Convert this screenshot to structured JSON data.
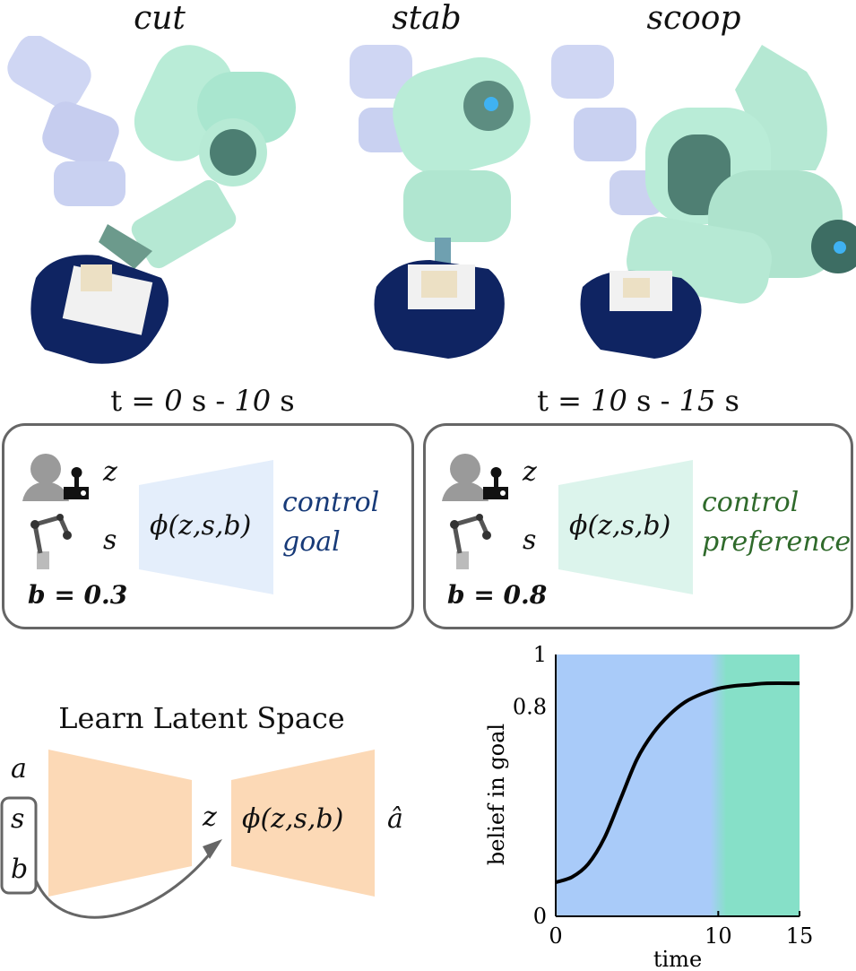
{
  "panels": [
    {
      "title": "cut"
    },
    {
      "title": "stab"
    },
    {
      "title": "scoop"
    }
  ],
  "time_left": {
    "prefix": "t = ",
    "start": "0",
    "mid": " s - ",
    "end": "10",
    "suffix": " s"
  },
  "time_right": {
    "prefix": "t = ",
    "start": "10",
    "mid": " s - ",
    "end": "15",
    "suffix": " s"
  },
  "box_left": {
    "z": "z",
    "s": "s",
    "phi": "ϕ(z,s,b)",
    "caption_1": "control",
    "caption_2": "goal",
    "b": "b = 0.3"
  },
  "box_right": {
    "z": "z",
    "s": "s",
    "phi": "ϕ(z,s,b)",
    "caption_1": "control",
    "caption_2": "preference",
    "b": "b = 0.8"
  },
  "latent": {
    "title": "Learn Latent Space",
    "inputs": [
      "a",
      "s",
      "b"
    ],
    "z": "z",
    "phi": "ϕ(z,s,b)",
    "output": "â"
  },
  "chart_data": {
    "type": "line",
    "xlabel": "time",
    "ylabel": "belief in goal",
    "x_ticks": [
      "0",
      "10",
      "15"
    ],
    "y_ticks": [
      "0",
      "0.8",
      "1"
    ],
    "xlim": [
      0,
      15
    ],
    "ylim": [
      0,
      1
    ],
    "x": [
      0,
      1,
      2,
      3,
      4,
      5,
      6,
      7,
      8,
      9,
      10,
      11,
      12,
      13,
      15
    ],
    "y": [
      0.13,
      0.15,
      0.2,
      0.3,
      0.45,
      0.6,
      0.7,
      0.77,
      0.82,
      0.85,
      0.87,
      0.88,
      0.885,
      0.89,
      0.89
    ],
    "regions": [
      {
        "from": 0,
        "to": 9.5,
        "color": "#a9cbf9"
      },
      {
        "from": 10.5,
        "to": 15,
        "color": "#86e0c8"
      }
    ],
    "line_color": "#000000"
  }
}
